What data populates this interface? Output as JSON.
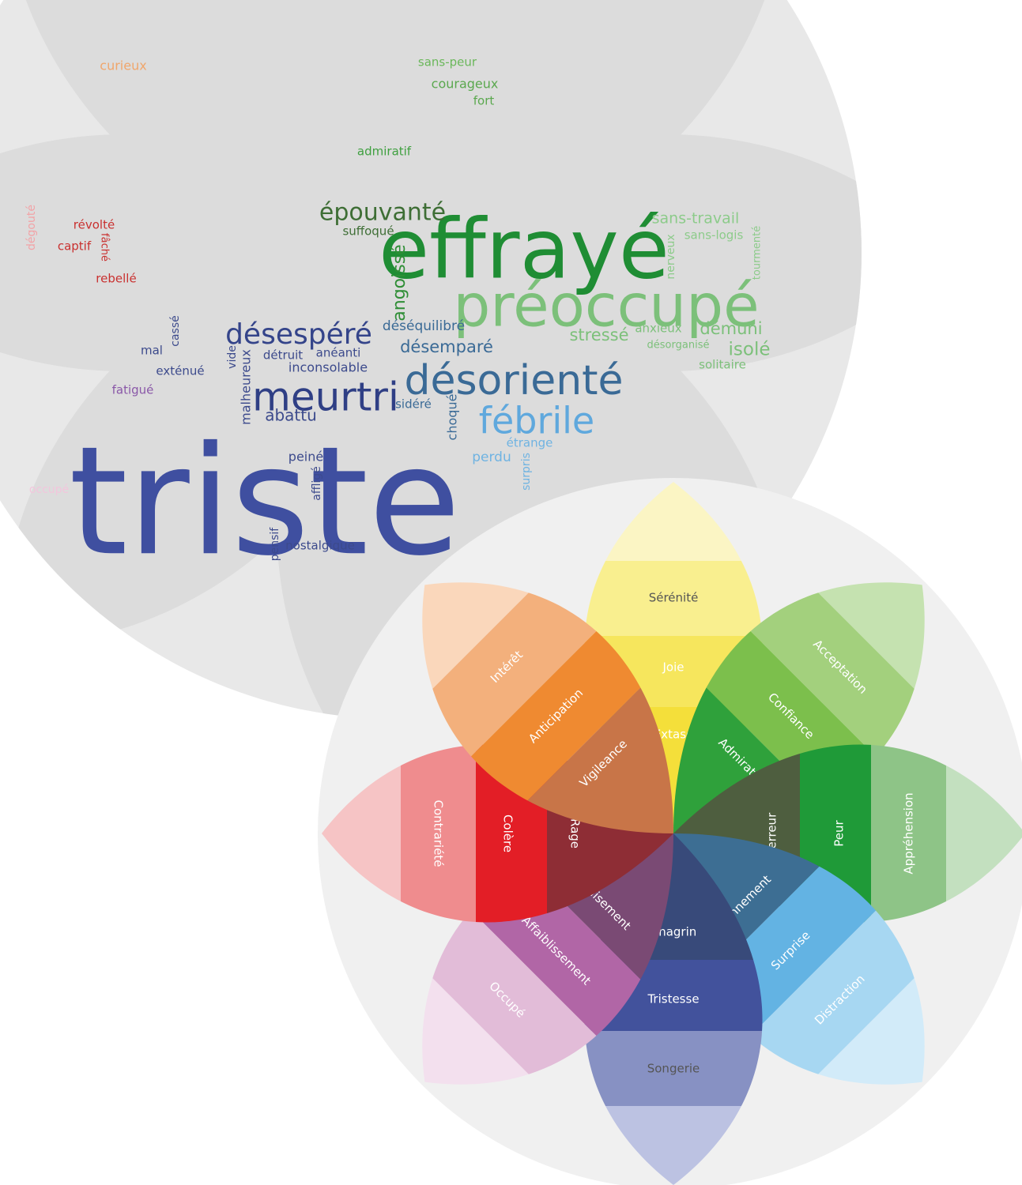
{
  "word_cloud": {
    "words": [
      {
        "text": "triste",
        "color": "#3f4fa0"
      },
      {
        "text": "effrayé",
        "color": "#1f8d34"
      },
      {
        "text": "préoccupé",
        "color": "#7cc07a"
      },
      {
        "text": "désorienté",
        "color": "#3a6a96"
      },
      {
        "text": "meurtri",
        "color": "#2f3f85"
      },
      {
        "text": "désespéré",
        "color": "#34448a"
      },
      {
        "text": "fébrile",
        "color": "#5fa8dd"
      },
      {
        "text": "épouvanté",
        "color": "#3e6e35"
      },
      {
        "text": "désemparé",
        "color": "#3a6a96"
      },
      {
        "text": "déséquilibré",
        "color": "#3a6a96"
      },
      {
        "text": "angoissé",
        "color": "#2f8e36"
      },
      {
        "text": "suffoqué",
        "color": "#3e6e35"
      },
      {
        "text": "sans-travail",
        "color": "#8ccb8a"
      },
      {
        "text": "sans-logis",
        "color": "#8ccb8a"
      },
      {
        "text": "nerveux",
        "color": "#8ccb8a"
      },
      {
        "text": "tourmenté",
        "color": "#8ccb8a"
      },
      {
        "text": "stressé",
        "color": "#7cc07a"
      },
      {
        "text": "anxieux",
        "color": "#7cc07a"
      },
      {
        "text": "démuni",
        "color": "#7cc07a"
      },
      {
        "text": "désorganisé",
        "color": "#7cc07a"
      },
      {
        "text": "isolé",
        "color": "#7cc07a"
      },
      {
        "text": "solitaire",
        "color": "#7cc07a"
      },
      {
        "text": "sans-peur",
        "color": "#6ab75a"
      },
      {
        "text": "courageux",
        "color": "#5aa84e"
      },
      {
        "text": "fort",
        "color": "#5aa84e"
      },
      {
        "text": "admiratif",
        "color": "#3fa040"
      },
      {
        "text": "curieux",
        "color": "#f0a66c"
      },
      {
        "text": "révolté",
        "color": "#c9302f"
      },
      {
        "text": "captif",
        "color": "#c9302f"
      },
      {
        "text": "fâché",
        "color": "#c9302f"
      },
      {
        "text": "rebellé",
        "color": "#c9302f"
      },
      {
        "text": "dégouté",
        "color": "#f2a3a7"
      },
      {
        "text": "mal",
        "color": "#3c4a8c"
      },
      {
        "text": "cassé",
        "color": "#3c4a8c"
      },
      {
        "text": "exténué",
        "color": "#3c4a8c"
      },
      {
        "text": "fatigué",
        "color": "#8a58a8"
      },
      {
        "text": "vide",
        "color": "#3c4a8c"
      },
      {
        "text": "malheureux",
        "color": "#3c4a8c"
      },
      {
        "text": "détruit",
        "color": "#3c4a8c"
      },
      {
        "text": "anéanti",
        "color": "#3c4a8c"
      },
      {
        "text": "inconsolable",
        "color": "#3c4a8c"
      },
      {
        "text": "abattu",
        "color": "#3c4a8c"
      },
      {
        "text": "sidéré",
        "color": "#3a6a96"
      },
      {
        "text": "choqué",
        "color": "#3a6a96"
      },
      {
        "text": "étrange",
        "color": "#6fb3e2"
      },
      {
        "text": "perdu",
        "color": "#6fb3e2"
      },
      {
        "text": "surpris",
        "color": "#6fb3e2"
      },
      {
        "text": "peiné",
        "color": "#3c4a8c"
      },
      {
        "text": "affligé",
        "color": "#3c4a8c"
      },
      {
        "text": "pensif",
        "color": "#3c4a8c"
      },
      {
        "text": "nostalgique",
        "color": "#3c4a8c"
      },
      {
        "text": "occupé",
        "color": "#f2c6dc"
      }
    ]
  },
  "emotion_wheel": {
    "petals": [
      {
        "inner": "Extase",
        "middle": "Joie",
        "outer": "Sérénité",
        "colors": {
          "inner": "#f4df3a",
          "middle": "#f6e65d",
          "outer": "#f9ef8f",
          "tip": "#fbf5c4"
        }
      },
      {
        "inner": "Admiration",
        "middle": "Confiance",
        "outer": "Acceptation",
        "colors": {
          "inner": "#2fa13b",
          "middle": "#7cbf4c",
          "outer": "#a3d07d",
          "tip": "#c5e2b0"
        }
      },
      {
        "inner": "Terreur",
        "middle": "Peur",
        "outer": "Appréhension",
        "colors": {
          "inner": "#4e5e3f",
          "middle": "#1f9a38",
          "outer": "#8ec487",
          "tip": "#c3e0bf"
        }
      },
      {
        "inner": "Etonnement",
        "middle": "Surprise",
        "outer": "Distraction",
        "colors": {
          "inner": "#3d6e93",
          "middle": "#63b3e3",
          "outer": "#a7d7f2",
          "tip": "#d2ebf9"
        }
      },
      {
        "inner": "Chagrin",
        "middle": "Tristesse",
        "outer": "Songerie",
        "colors": {
          "inner": "#384a7a",
          "middle": "#42529c",
          "outer": "#8791c3",
          "tip": "#bcc2e2"
        }
      },
      {
        "inner": "Épuisement",
        "middle": "Affaiblissement",
        "outer": "Occupé",
        "colors": {
          "inner": "#7a4a74",
          "middle": "#b166a6",
          "outer": "#e2bcd8",
          "tip": "#f3e0ee"
        }
      },
      {
        "inner": "Rage",
        "middle": "Colère",
        "outer": "Contrariété",
        "colors": {
          "inner": "#8e2d35",
          "middle": "#e31e26",
          "outer": "#ef8c8e",
          "tip": "#f6c4c5"
        }
      },
      {
        "inner": "Vigileance",
        "middle": "Anticipation",
        "outer": "Intérêt",
        "colors": {
          "inner": "#c87548",
          "middle": "#ef8a31",
          "outer": "#f3b07c",
          "tip": "#fad7bb"
        }
      }
    ]
  }
}
